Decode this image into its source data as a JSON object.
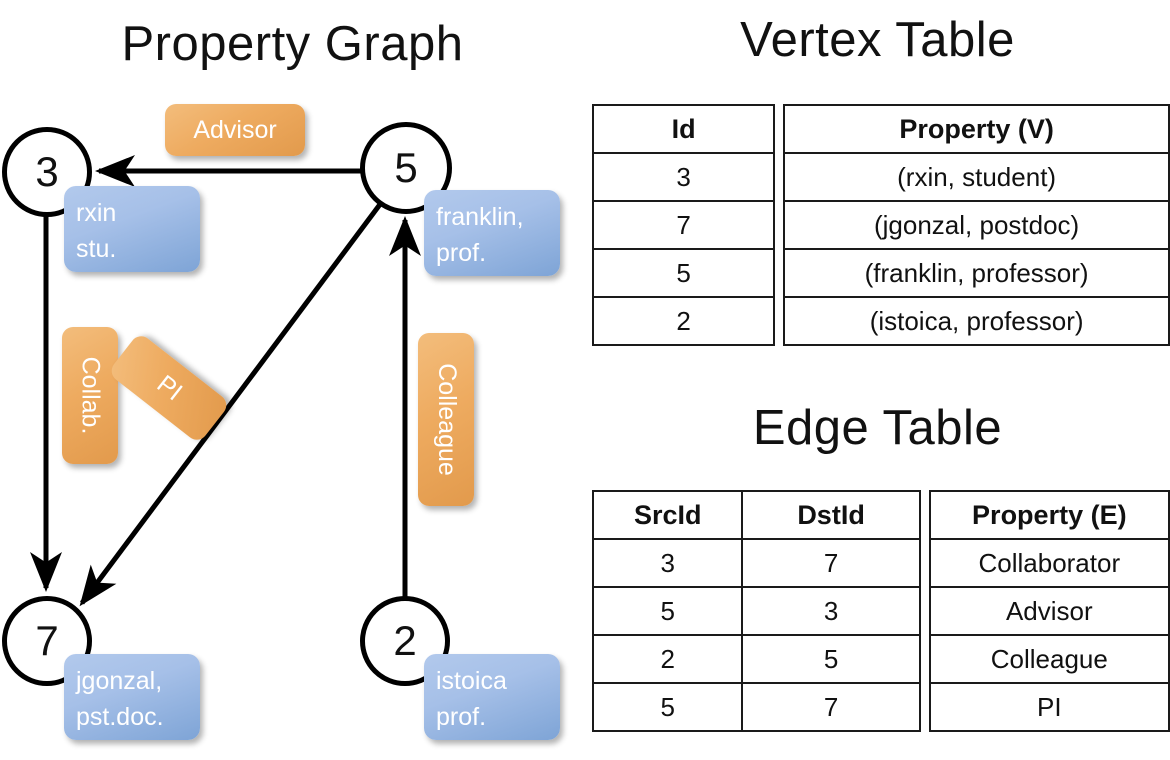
{
  "titles": {
    "property_graph": "Property Graph",
    "vertex_table": "Vertex Table",
    "edge_table": "Edge Table"
  },
  "colors": {
    "vertex_box_fill": "#a6c0e8",
    "edge_box_fill": "#eeab60",
    "vertex_table_highlight": "#cfdcf0",
    "edge_table_highlight": "#f6ddc2",
    "stroke": "#000000"
  },
  "graph": {
    "nodes": [
      {
        "id": "3",
        "property_line1": "rxin",
        "property_line2": "stu."
      },
      {
        "id": "5",
        "property_line1": "franklin,",
        "property_line2": "prof."
      },
      {
        "id": "7",
        "property_line1": "jgonzal,",
        "property_line2": "pst.doc."
      },
      {
        "id": "2",
        "property_line1": "istoica",
        "property_line2": "prof."
      }
    ],
    "edge_labels": {
      "advisor": "Advisor",
      "collab": "Collab.",
      "pi": "PI",
      "colleague": "Colleague"
    },
    "edges": [
      {
        "src": "5",
        "dst": "3",
        "label": "Advisor"
      },
      {
        "src": "3",
        "dst": "7",
        "label": "Collab."
      },
      {
        "src": "5",
        "dst": "7",
        "label": "PI"
      },
      {
        "src": "2",
        "dst": "5",
        "label": "Colleague"
      }
    ]
  },
  "vertex_table": {
    "headers": [
      "Id",
      "Property (V)"
    ],
    "rows": [
      {
        "id": "3",
        "property": "(rxin, student)"
      },
      {
        "id": "7",
        "property": "(jgonzal, postdoc)"
      },
      {
        "id": "5",
        "property": "(franklin, professor)"
      },
      {
        "id": "2",
        "property": "(istoica, professor)"
      }
    ]
  },
  "edge_table": {
    "headers": [
      "SrcId",
      "DstId",
      "Property (E)"
    ],
    "rows": [
      {
        "src": "3",
        "dst": "7",
        "property": "Collaborator"
      },
      {
        "src": "5",
        "dst": "3",
        "property": "Advisor"
      },
      {
        "src": "2",
        "dst": "5",
        "property": "Colleague"
      },
      {
        "src": "5",
        "dst": "7",
        "property": "PI"
      }
    ]
  }
}
